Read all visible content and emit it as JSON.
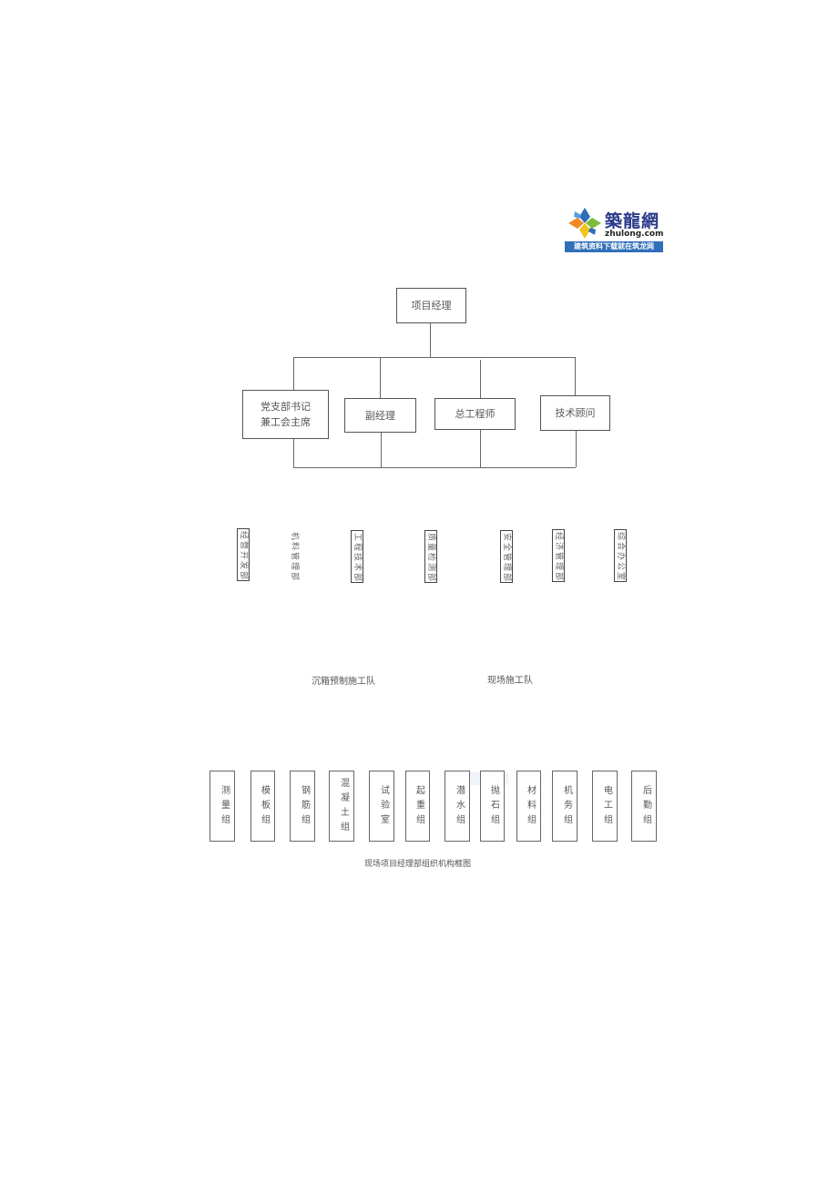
{
  "logo": {
    "icon": "zhulong-pinwheel-icon",
    "name": "築龍網",
    "domain": "zhulong.com",
    "slogan": "建筑资料下载就在筑龙网",
    "colors": {
      "blue": "#2f6fb8",
      "orange": "#f08a24",
      "green": "#7dbb3c",
      "navy": "#2a3a8a"
    }
  },
  "org_chart": {
    "root": "项目经理",
    "level2": [
      {
        "label": "党支部书记\n兼工会主席"
      },
      {
        "label": "副经理"
      },
      {
        "label": "总工程师"
      },
      {
        "label": "技术顾问"
      }
    ],
    "departments": [
      {
        "label": "经营开发部",
        "boxed": true
      },
      {
        "label": "机料管理部",
        "boxed": false
      },
      {
        "label": "工程技术部",
        "boxed": true
      },
      {
        "label": "质量检测部",
        "boxed": true
      },
      {
        "label": "安全管理部",
        "boxed": true
      },
      {
        "label": "经济管理部",
        "boxed": true
      },
      {
        "label": "综合办公室",
        "boxed": true
      }
    ],
    "teams": [
      "沉箱预制施工队",
      "现场施工队"
    ],
    "groups": [
      "测量组",
      "模板组",
      "钢筋组",
      "混凝土组",
      "试验室",
      "起重组",
      "潜水组",
      "抛石组",
      "材料组",
      "机务组",
      "电工组",
      "后勤组"
    ],
    "caption": "现场项目经理部组织机构框图"
  }
}
